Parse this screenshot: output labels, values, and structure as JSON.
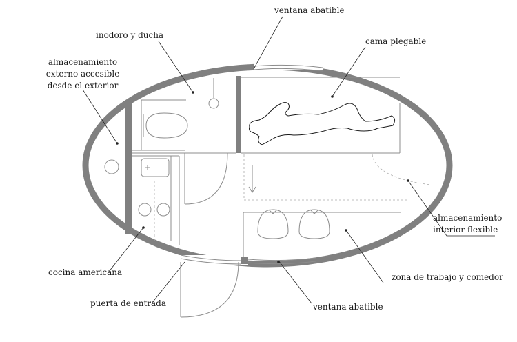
{
  "labels": {
    "ventana_top": "ventana abatible",
    "inodoro": "inodoro y ducha",
    "cama": "cama plegable",
    "almacenamiento_externo": [
      "almacenamiento",
      "externo accesible",
      "desde el exterior"
    ],
    "almacenamiento_interior": [
      "almacenamiento",
      "interior flexible"
    ],
    "cocina": "cocina americana",
    "zona_trabajo": "zona de trabajo y comedor",
    "puerta": "puerta de entrada",
    "ventana_bottom": "ventana abatible"
  },
  "colors": {
    "wall": "#808080",
    "line": "#8c8c8c",
    "text": "#1a1a1a"
  }
}
